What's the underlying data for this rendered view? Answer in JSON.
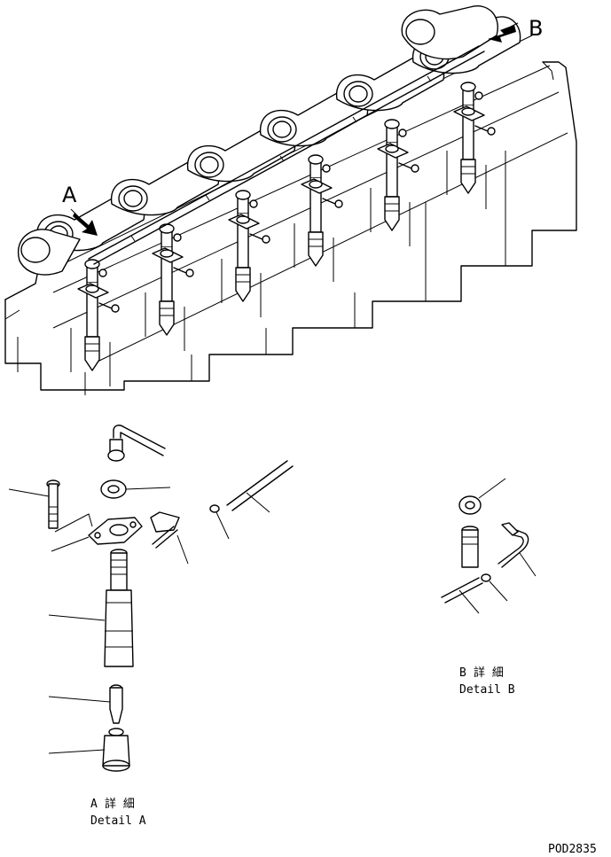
{
  "callouts": {
    "a": "A",
    "b": "B"
  },
  "detail_a": {
    "line1_letter": "A",
    "line1_kanji": "詳 細",
    "line2": "Detail A"
  },
  "detail_b": {
    "line1_letter": "B",
    "line1_kanji": "詳 細",
    "line2": "Detail B"
  },
  "drawing_code": "POD2835"
}
